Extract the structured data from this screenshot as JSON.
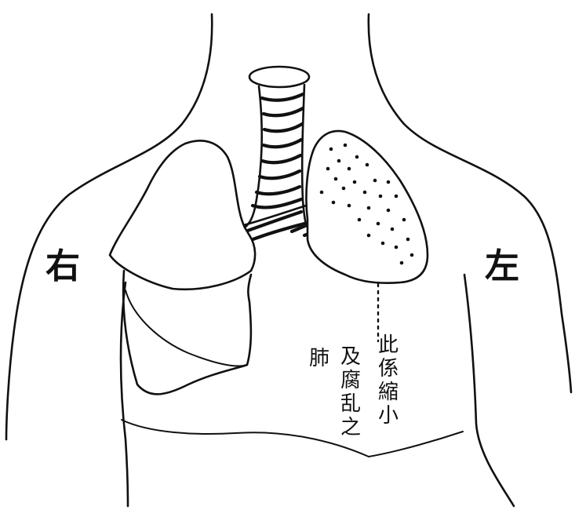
{
  "labels": {
    "right": "右",
    "left": "左"
  },
  "annotation": {
    "column_1": "此係縮小",
    "column_2": "及腐乱之",
    "column_3": "肺"
  }
}
